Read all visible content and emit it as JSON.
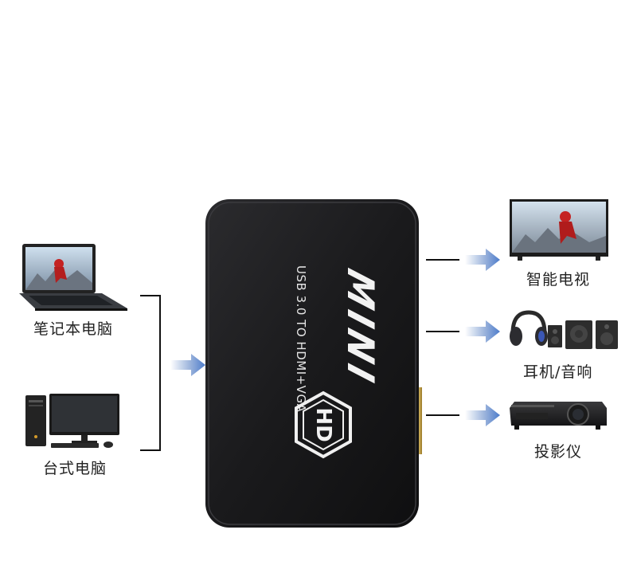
{
  "sources": [
    {
      "label": "笔记本电脑",
      "icon": "laptop-icon"
    },
    {
      "label": "台式电脑",
      "icon": "desktop-computer-icon"
    }
  ],
  "outputs": [
    {
      "label": "智能电视",
      "icon": "tv-icon"
    },
    {
      "label": "耳机/音响",
      "icon": "headphones-speakers-icon"
    },
    {
      "label": "投影仪",
      "icon": "projector-icon"
    }
  ],
  "device": {
    "product_text": "USB 3.0 TO HDMI+VGA",
    "logo_text": "MINI",
    "badge_text": "HD"
  },
  "colors": {
    "arrow": "#5a86c8",
    "device_body": "#1b1b1d",
    "connector": "#c9a545"
  }
}
